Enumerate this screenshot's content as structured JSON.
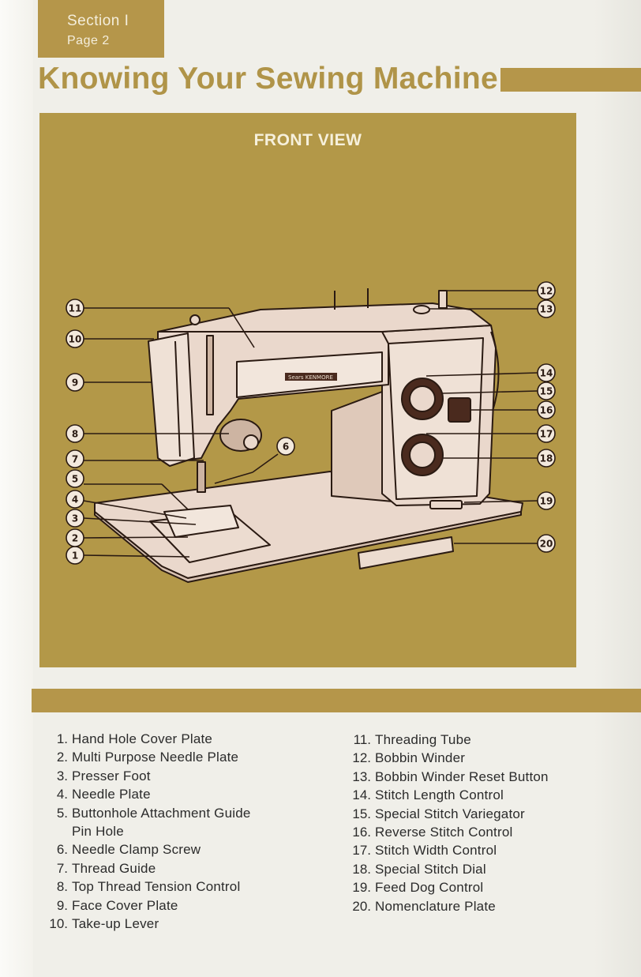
{
  "header": {
    "section": "Section  I",
    "page": "Page  2",
    "title": "Knowing  Your  Sewing  Machine"
  },
  "diagram": {
    "title": "FRONT  VIEW",
    "brand": "Sears  KENMORE",
    "callouts": [
      "1",
      "2",
      "3",
      "4",
      "5",
      "6",
      "7",
      "8",
      "9",
      "10",
      "11",
      "12",
      "13",
      "14",
      "15",
      "16",
      "17",
      "18",
      "19",
      "20"
    ]
  },
  "colors": {
    "accent": "#b5964a",
    "panel": "#b39848",
    "machine": "#ead8cc",
    "outline": "#2a1a12",
    "page": "#f0efe9"
  },
  "parts": [
    {
      "num": "1.",
      "name": "Hand  Hole  Cover  Plate"
    },
    {
      "num": "2.",
      "name": "Multi  Purpose  Needle  Plate"
    },
    {
      "num": "3.",
      "name": "Presser  Foot"
    },
    {
      "num": "4.",
      "name": "Needle  Plate"
    },
    {
      "num": "5.",
      "name": "Buttonhole  Attachment  Guide"
    },
    {
      "num": "",
      "name": "Pin  Hole"
    },
    {
      "num": "6.",
      "name": "Needle  Clamp  Screw"
    },
    {
      "num": "7.",
      "name": "Thread  Guide"
    },
    {
      "num": "8.",
      "name": "Top  Thread  Tension  Control"
    },
    {
      "num": "9.",
      "name": "Face  Cover  Plate"
    },
    {
      "num": "10.",
      "name": "Take-up  Lever"
    },
    {
      "num": "11.",
      "name": "Threading  Tube"
    },
    {
      "num": "12.",
      "name": "Bobbin  Winder"
    },
    {
      "num": "13.",
      "name": "Bobbin  Winder  Reset  Button"
    },
    {
      "num": "14.",
      "name": "Stitch  Length  Control"
    },
    {
      "num": "15.",
      "name": "Special  Stitch  Variegator"
    },
    {
      "num": "16.",
      "name": "Reverse  Stitch  Control"
    },
    {
      "num": "17.",
      "name": "Stitch  Width  Control"
    },
    {
      "num": "18.",
      "name": "Special  Stitch  Dial"
    },
    {
      "num": "19.",
      "name": "Feed  Dog  Control"
    },
    {
      "num": "20.",
      "name": "Nomenclature  Plate"
    }
  ]
}
